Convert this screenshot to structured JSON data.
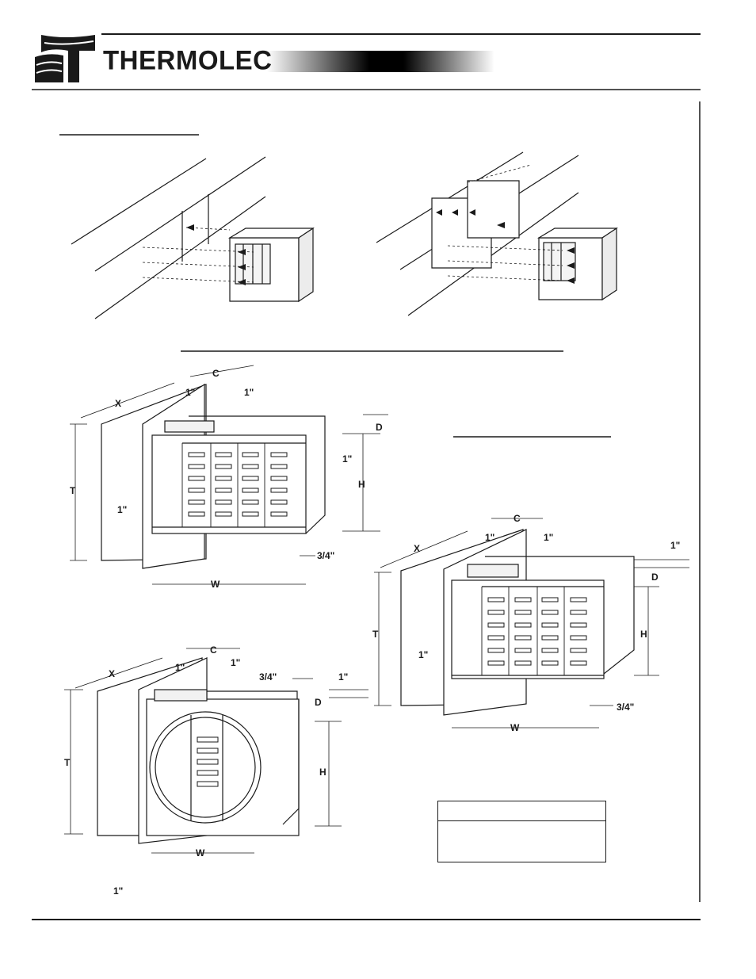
{
  "header": {
    "brand_name": "THERMOLEC"
  },
  "dimension_labels": {
    "C": "C",
    "X": "X",
    "T": "T",
    "W": "W",
    "H": "H",
    "D": "D",
    "one_inch": "1\"",
    "three_quarter_inch": "3/4\""
  },
  "colors": {
    "ink": "#1a1a1a",
    "paper": "#ffffff",
    "panel": "#f2f2f2"
  }
}
